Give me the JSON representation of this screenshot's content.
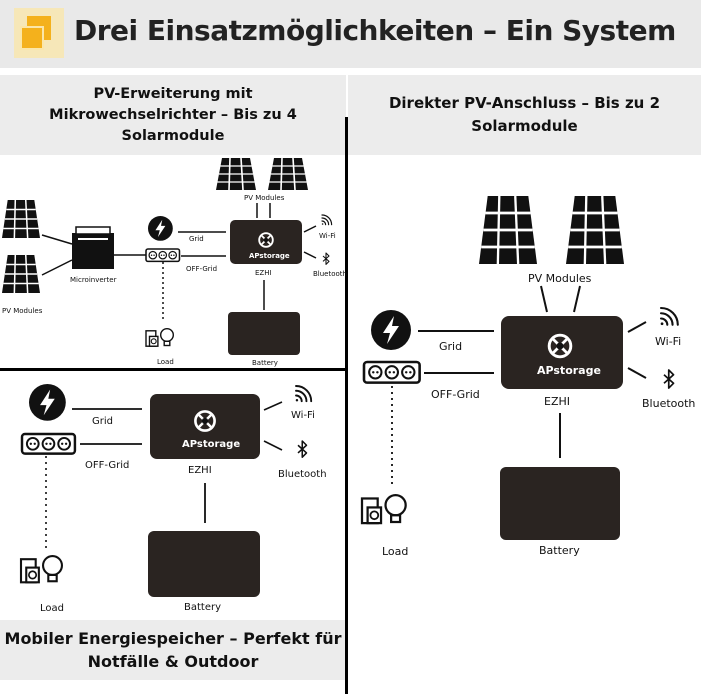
{
  "header": {
    "title": "Drei Einsatzmöglichkeiten – Ein System",
    "logo_icon": "orange-squares-logo",
    "accent_color": "#f4b11c"
  },
  "panels": {
    "top_left": {
      "caption": "PV-Erweiterung mit Mikrowechselrichter – Bis zu 4 Solarmodule",
      "labels": {
        "pv_modules": "PV Modules",
        "microinverter": "Microinverter",
        "grid": "Grid",
        "off_grid": "OFF-Grid",
        "load": "Load",
        "wifi": "Wi-Fi",
        "bluetooth": "Bluetooth",
        "ezhi": "EZHI",
        "battery": "Battery",
        "brand": "APstorage"
      }
    },
    "right": {
      "caption": "Direkter PV-Anschluss – Bis zu 2 Solarmodule",
      "labels": {
        "pv_modules": "PV Modules",
        "grid": "Grid",
        "off_grid": "OFF-Grid",
        "load": "Load",
        "wifi": "Wi-Fi",
        "bluetooth": "Bluetooth",
        "ezhi": "EZHI",
        "battery": "Battery",
        "brand": "APstorage"
      }
    },
    "bottom_left": {
      "caption": "Mobiler Energiespeicher – Perfekt für Notfälle & Outdoor",
      "labels": {
        "grid": "Grid",
        "off_grid": "OFF-Grid",
        "load": "Load",
        "wifi": "Wi-Fi",
        "bluetooth": "Bluetooth",
        "ezhi": "EZHI",
        "battery": "Battery",
        "brand": "APstorage"
      }
    }
  }
}
